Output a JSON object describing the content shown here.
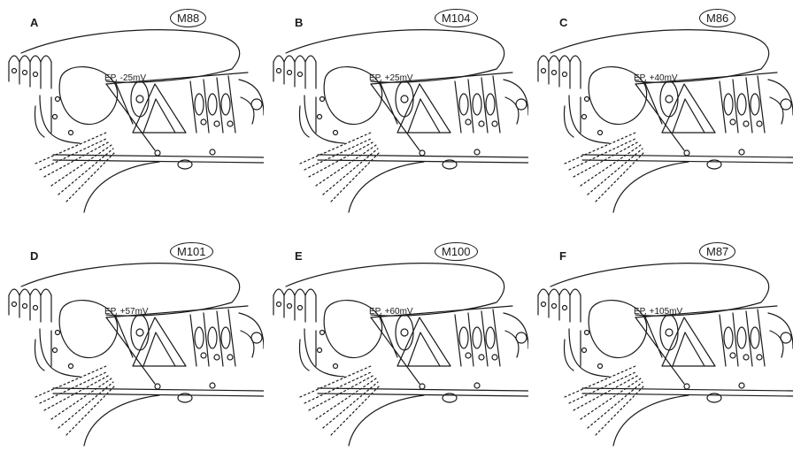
{
  "panels": [
    {
      "letter": "A",
      "specimen": "M88",
      "ep_label": "EP, -25mV"
    },
    {
      "letter": "B",
      "specimen": "M104",
      "ep_label": "EP, +25mV"
    },
    {
      "letter": "C",
      "specimen": "M86",
      "ep_label": "EP, +40mV"
    },
    {
      "letter": "D",
      "specimen": "M101",
      "ep_label": "EP, +57mV"
    },
    {
      "letter": "E",
      "specimen": "M100",
      "ep_label": "EP, +60mV"
    },
    {
      "letter": "F",
      "specimen": "M87",
      "ep_label": "EP, +105mV"
    }
  ]
}
